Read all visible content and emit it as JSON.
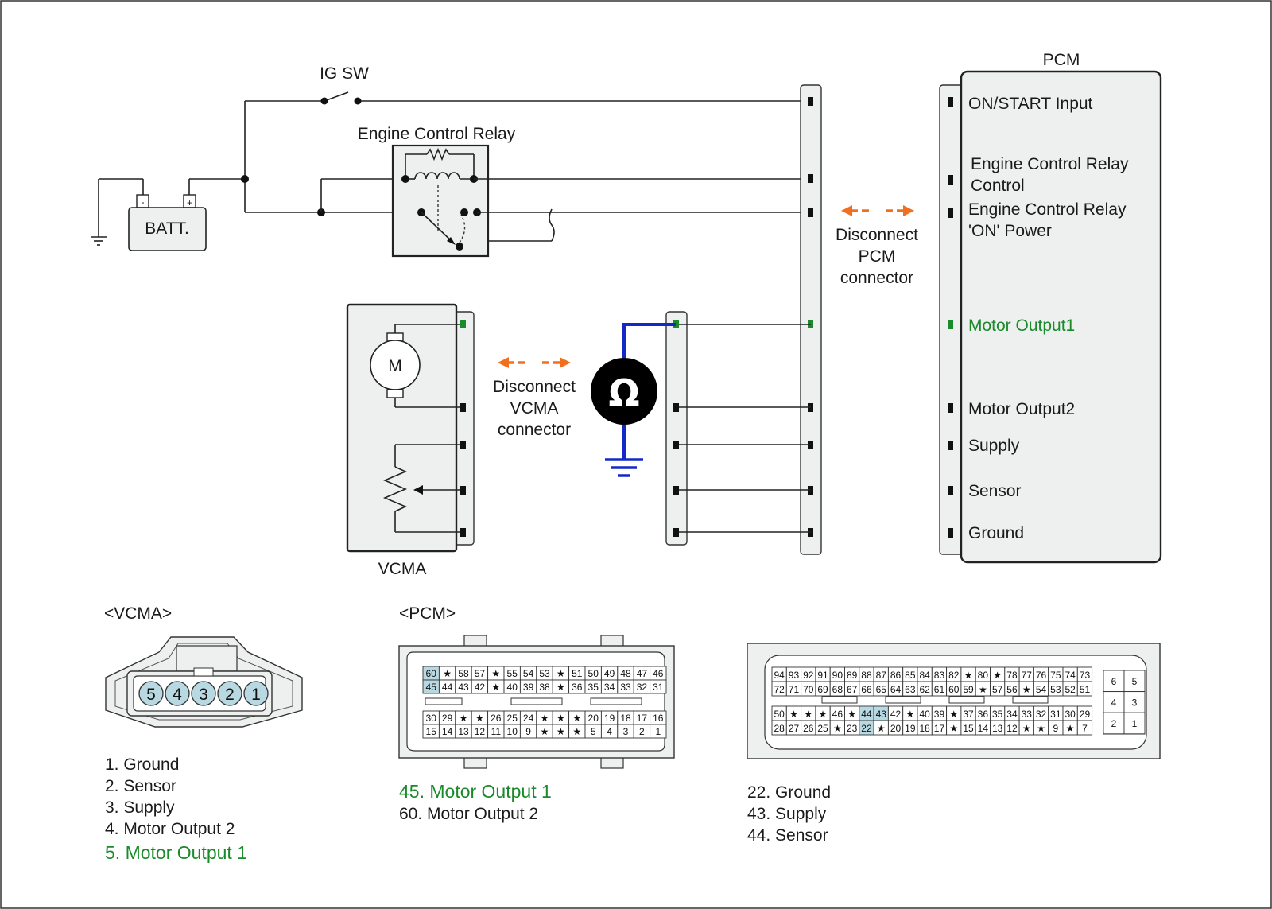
{
  "schematic": {
    "ig_switch_label": "IG SW",
    "relay_label": "Engine Control Relay",
    "battery_label": "BATT.",
    "battery_minus": "-",
    "battery_plus": "+",
    "motor_label": "M",
    "vcma_label": "VCMA",
    "pcm_label": "PCM",
    "ohm_symbol": "Ω",
    "disconnect_pcm": [
      "Disconnect",
      "PCM",
      "connector"
    ],
    "disconnect_vcma": [
      "Disconnect",
      "VCMA",
      "connector"
    ],
    "pcm_pins": {
      "on_start": "ON/START Input",
      "relay_control": [
        "Engine Control Relay",
        "Control"
      ],
      "relay_power": [
        "Engine Control Relay",
        "'ON' Power"
      ],
      "motor_output1": "Motor Output1",
      "motor_output2": "Motor Output2",
      "supply": "Supply",
      "sensor": "Sensor",
      "ground": "Ground"
    },
    "colors": {
      "highlight": "#1a8a2a",
      "meter_lead": "#1428c8",
      "arrow": "#f07020",
      "pin_fill": "#b8d8e2"
    }
  },
  "connectors": {
    "vcma_title": "<VCMA>",
    "pcm_title": "<PCM>",
    "vcma_pins": [
      "5",
      "4",
      "3",
      "2",
      "1"
    ],
    "vcma_legend": [
      "1. Ground",
      "2. Sensor",
      "3. Supply",
      "4. Motor Output 2",
      "5. Motor Output 1"
    ],
    "pcm_legend_a": [
      "45. Motor Output 1",
      "60. Motor Output 2"
    ],
    "pcm_legend_b": [
      "22. Ground",
      "43. Supply",
      "44. Sensor"
    ],
    "pcm_a_rows": [
      [
        "60",
        "★",
        "58",
        "57",
        "★",
        "55",
        "54",
        "53",
        "★",
        "51",
        "50",
        "49",
        "48",
        "47",
        "46"
      ],
      [
        "45",
        "44",
        "43",
        "42",
        "★",
        "40",
        "39",
        "38",
        "★",
        "36",
        "35",
        "34",
        "33",
        "32",
        "31"
      ],
      [
        "30",
        "29",
        "★",
        "★",
        "26",
        "25",
        "24",
        "★",
        "★",
        "★",
        "20",
        "19",
        "18",
        "17",
        "16"
      ],
      [
        "15",
        "14",
        "13",
        "12",
        "11",
        "10",
        "9",
        "★",
        "★",
        "★",
        "5",
        "4",
        "3",
        "2",
        "1"
      ]
    ],
    "pcm_b_rows": [
      [
        "94",
        "93",
        "92",
        "91",
        "90",
        "89",
        "88",
        "87",
        "86",
        "85",
        "84",
        "83",
        "82",
        "★",
        "80",
        "★",
        "78",
        "77",
        "76",
        "75",
        "74",
        "73"
      ],
      [
        "72",
        "71",
        "70",
        "69",
        "68",
        "67",
        "66",
        "65",
        "64",
        "63",
        "62",
        "61",
        "60",
        "59",
        "★",
        "57",
        "56",
        "★",
        "54",
        "53",
        "52",
        "51"
      ],
      [
        "50",
        "★",
        "★",
        "★",
        "46",
        "★",
        "44",
        "43",
        "42",
        "★",
        "40",
        "39",
        "★",
        "37",
        "36",
        "35",
        "34",
        "33",
        "32",
        "31",
        "30",
        "29"
      ],
      [
        "28",
        "27",
        "26",
        "25",
        "★",
        "23",
        "22",
        "★",
        "20",
        "19",
        "18",
        "17",
        "★",
        "15",
        "14",
        "13",
        "12",
        "★",
        "★",
        "9",
        "★",
        "7"
      ]
    ],
    "pcm_b_side": [
      [
        "6",
        "5"
      ],
      [
        "4",
        "3"
      ],
      [
        "2",
        "1"
      ]
    ]
  }
}
